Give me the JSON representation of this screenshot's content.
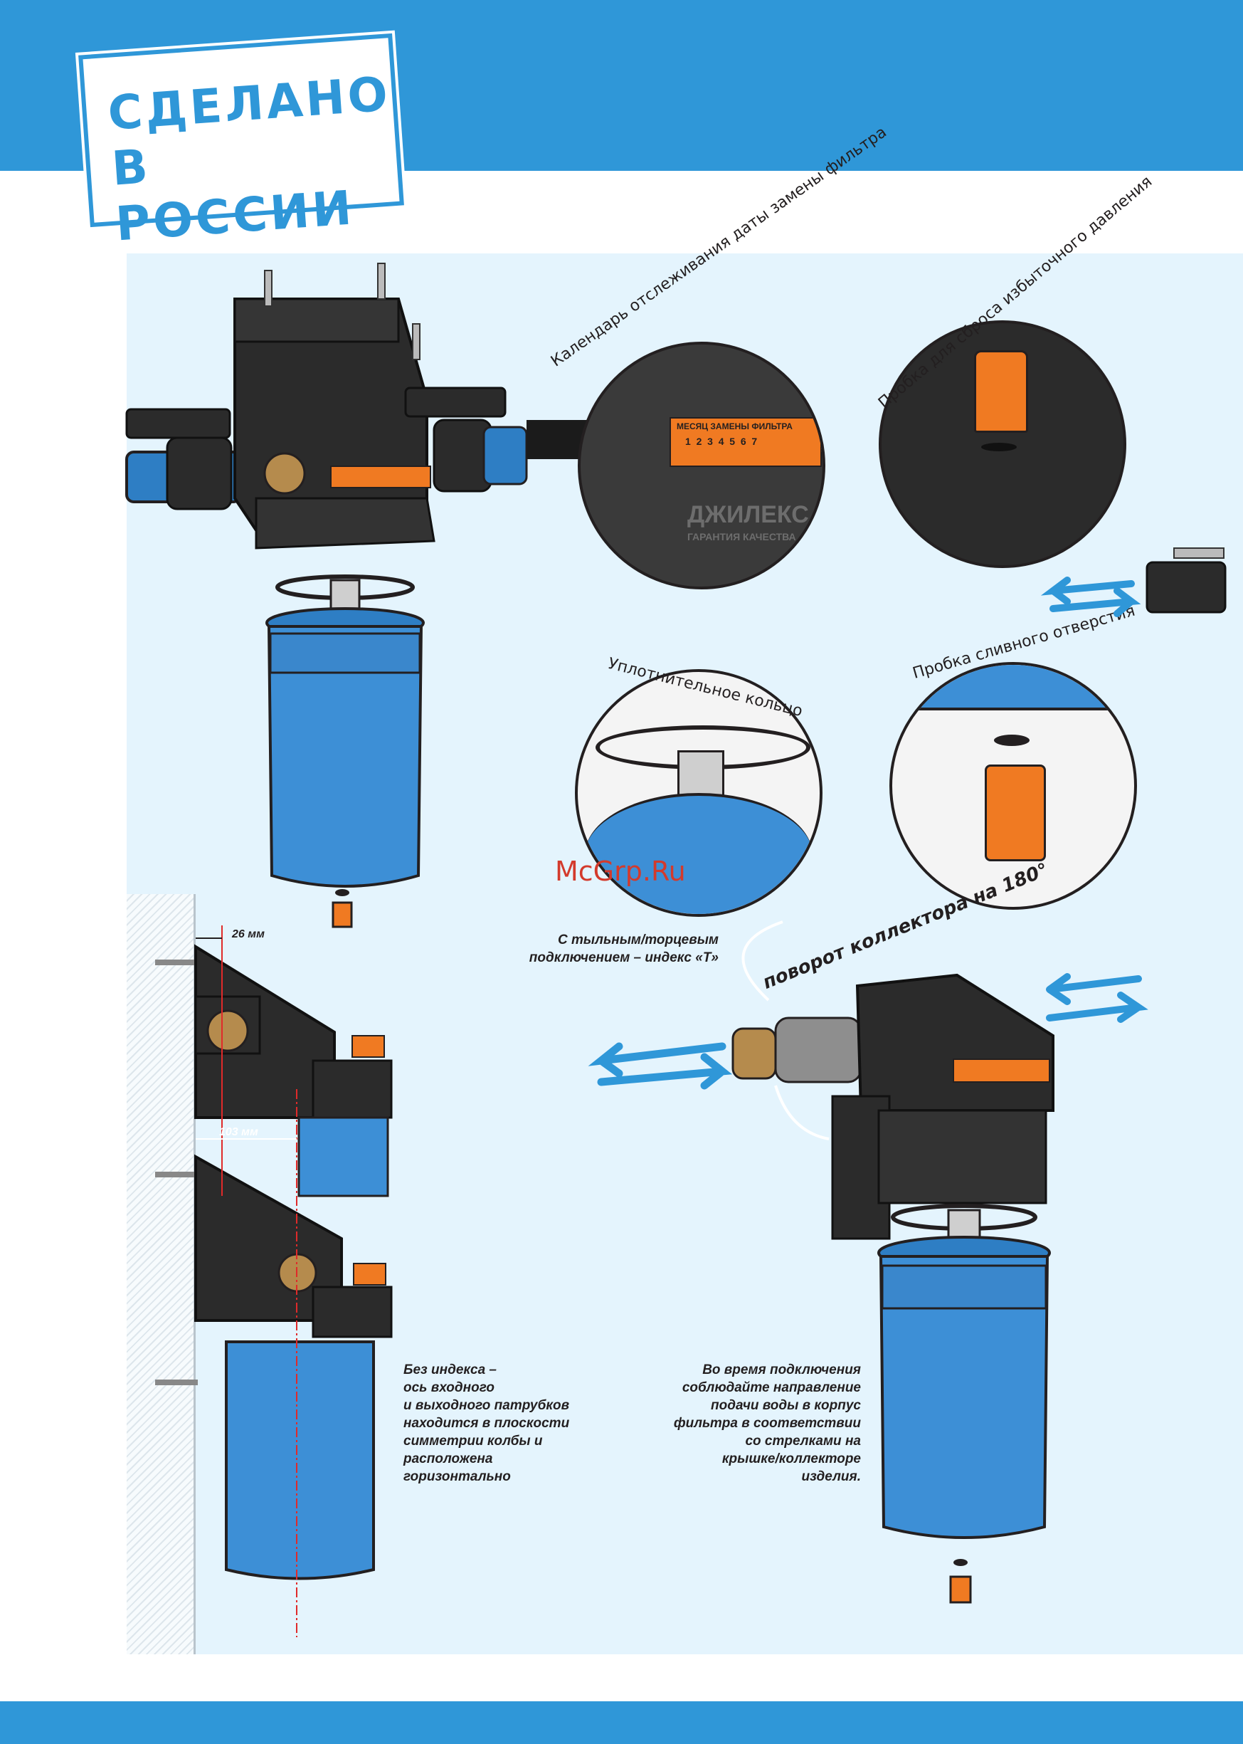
{
  "stamp": {
    "line1": "СДЕЛАНО",
    "line2": "В РОССИИ"
  },
  "callouts": {
    "calendar": "Календарь отслеживания даты замены фильтра",
    "pressure_plug": "Пробка для сброса избыточного давления",
    "o_ring": "Уплотнительное кольцо",
    "drain_plug": "Пробка сливного отверстия"
  },
  "calendar_strip": {
    "title": "МЕСЯЦ ЗАМЕНЫ ФИЛЬТРА",
    "digits": "1  2  3  4  5  6  7"
  },
  "brand_embossing": "ДЖИЛЕКС",
  "brand_subline": "ГАРАНТИЯ КАЧЕСТВА",
  "rotation_label": "поворот коллектора на 180°",
  "index_t_note": [
    "С тыльным/торцевым",
    "подключением – индекс «Т»"
  ],
  "dimensions": {
    "top": "26 мм",
    "side": "103 мм"
  },
  "no_index_note": [
    "Без индекса –",
    "ось входного",
    "и выходного патрубков",
    "находится в плоскости",
    "симметрии колбы и",
    "расположена",
    "горизонтально"
  ],
  "direction_note": [
    "Во время подключения",
    "соблюдайте направление",
    "подачи воды в корпус",
    "фильтра в соответствии",
    "со стрелками на",
    "крышке/коллекторе",
    "изделия."
  ],
  "watermark": "McGrp.Ru",
  "colors": {
    "brand_blue": "#2f97d8",
    "panel": "#e4f4fd",
    "housing_blue": "#3d8fd6",
    "orange": "#f07a22",
    "dark": "#231f20"
  }
}
